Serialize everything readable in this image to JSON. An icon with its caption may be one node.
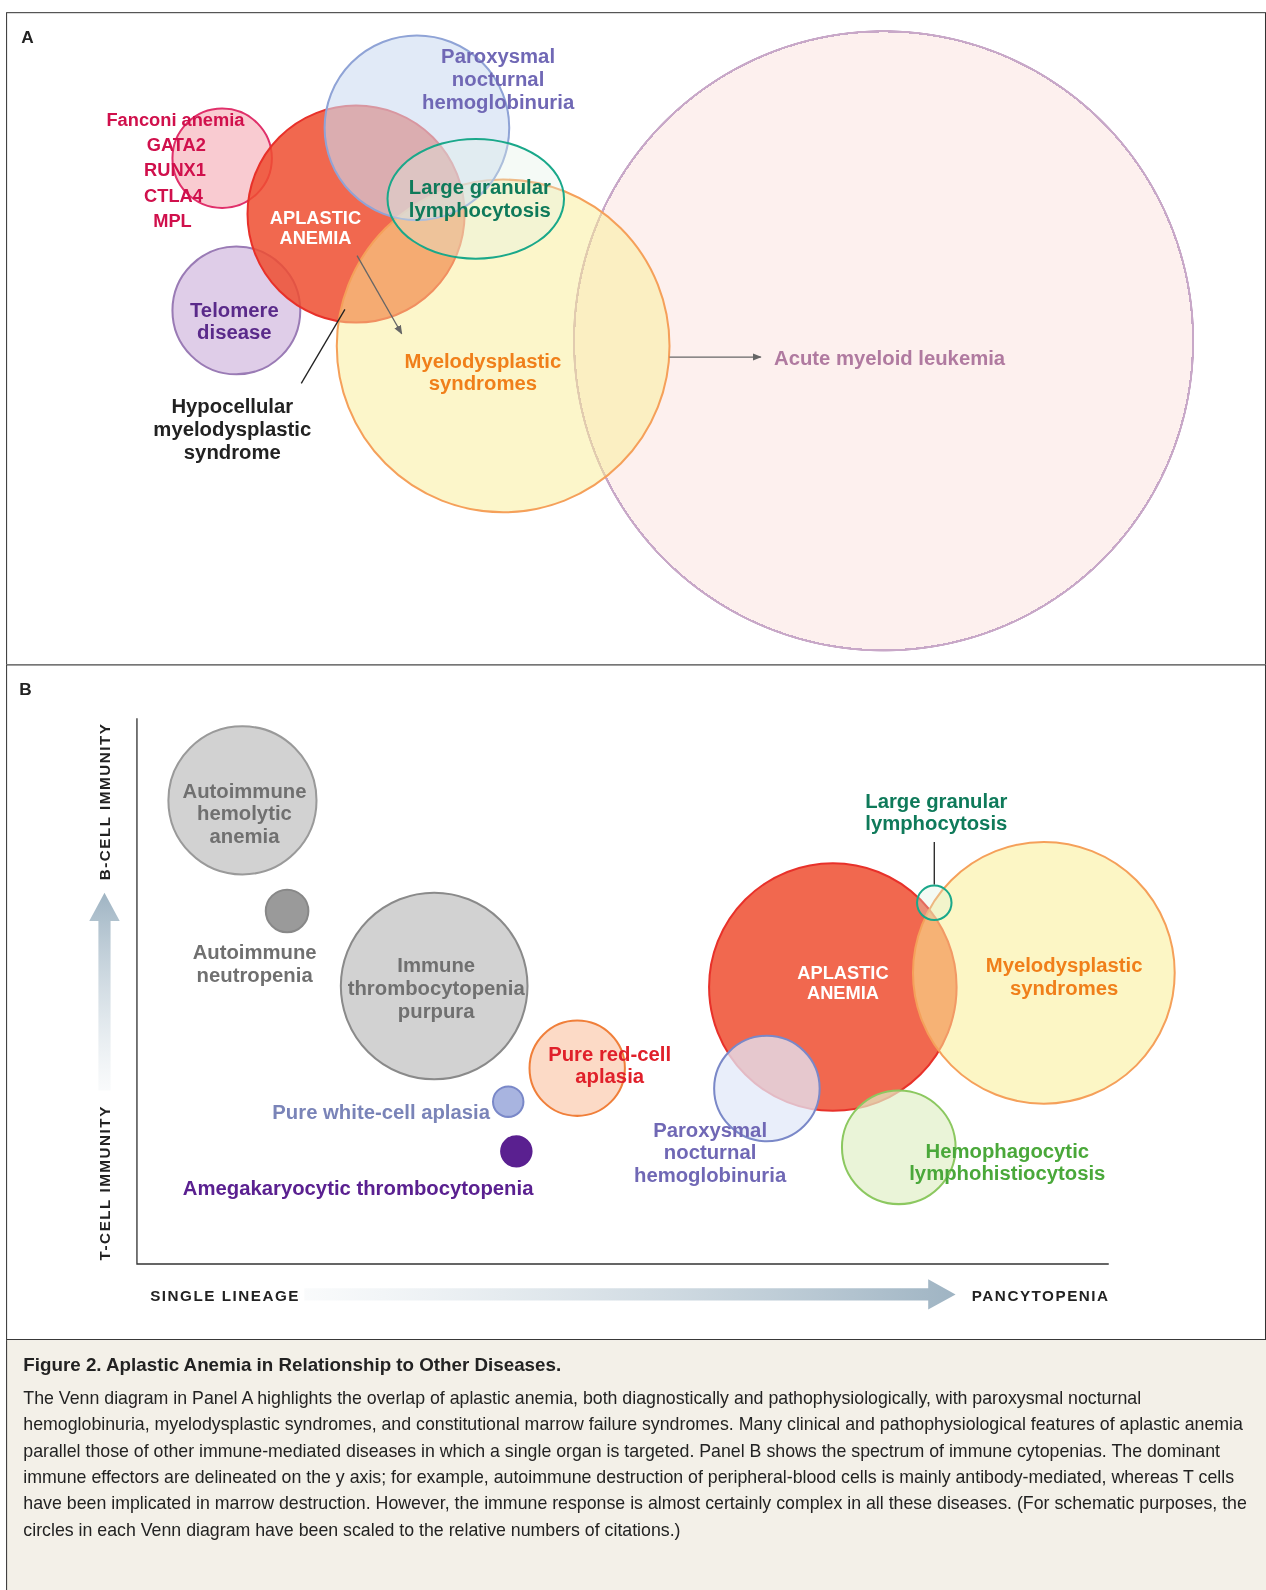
{
  "diagram": {
    "title": "Figure 2. Aplastic Anemia in Relationship to Other Diseases.",
    "caption": "The Venn diagram in Panel A highlights the overlap of aplastic anemia, both diagnostically and pathophysiologically, with paroxysmal nocturnal hemoglobinuria, myelodysplastic syndromes, and constitutional marrow failure syndromes. Many clinical and pathophysiological features of aplastic anemia parallel those of other immune-mediated diseases in which a single organ is targeted. Panel B shows the spectrum of immune cytopenias. The dominant immune effectors are delineated on the y axis; for example, autoimmune destruction of peripheral-blood cells is mainly antibody-mediated, whereas T cells have been implicated in marrow destruction. However, the immune response is almost certainly complex in all these diseases. (For schematic purposes, the circles in each Venn diagram have been scaled to the relative numbers of citations.)",
    "nodes": [
      {
        "text": [
          "A"
        ]
      },
      {
        "text": [
          "Paroxysmal nocturnal hemoglobinuria"
        ],
        "in": 0
      },
      {
        "text": [
          "Fanconi anemia",
          "GATA2",
          "RUNX1",
          "CTLA4",
          "MPL"
        ],
        "in": 0
      },
      {
        "text": [
          "APLASTIC ANEMIA"
        ],
        "in": 0
      },
      {
        "text": [
          "Large granular lymphocytosis"
        ],
        "in": 0
      },
      {
        "text": [
          "Telomere disease"
        ],
        "in": 0
      },
      {
        "text": [
          "Myelodysplastic syndromes"
        ],
        "in": 0
      },
      {
        "text": [
          "Acute myeloid leukemia"
        ],
        "in": 0
      },
      {
        "text": [
          "Hypocellular myelodysplastic syndrome"
        ],
        "in": 0
      },
      {
        "text": [
          "B"
        ]
      },
      {
        "text": [
          "Autoimmune hemolytic anemia"
        ],
        "in": 9
      },
      {
        "text": [
          "Autoimmune neutropenia"
        ],
        "in": 9
      },
      {
        "text": [
          "Immune thrombocytopenia purpura"
        ],
        "in": 9
      },
      {
        "text": [
          "Pure red-cell aplasia"
        ],
        "in": 9
      },
      {
        "text": [
          "Pure white-cell aplasia"
        ],
        "in": 9
      },
      {
        "text": [
          "Amegakaryocytic thrombocytopenia"
        ],
        "in": 9
      },
      {
        "text": [
          "APLASTIC ANEMIA"
        ],
        "in": 9
      },
      {
        "text": [
          "Large granular lymphocytosis"
        ],
        "in": 9
      },
      {
        "text": [],
        "shape": "circle"
      },
      {
        "text": [
          "Myelodysplastic syndromes"
        ],
        "in": 9
      },
      {
        "text": [
          "Paroxysmal nocturnal hemoglobinuria"
        ],
        "in": 9
      },
      {
        "text": [
          "Hemophagocytic lymphohistiocytosis"
        ],
        "in": 9
      }
    ],
    "edges": [
      {
        "from": 3,
        "to": 6,
        "arrow": "to"
      },
      {
        "from": 6,
        "to": 7,
        "arrow": "to"
      },
      {
        "from": 8,
        "to": 3,
        "arrow": "none"
      },
      {
        "from": 17,
        "to": 18,
        "arrow": "none"
      }
    ],
    "labels": [
      "B-CELL IMMUNITY",
      "T-CELL IMMUNITY",
      "SINGLE LINEAGE",
      "PANCYTOPENIA"
    ]
  }
}
